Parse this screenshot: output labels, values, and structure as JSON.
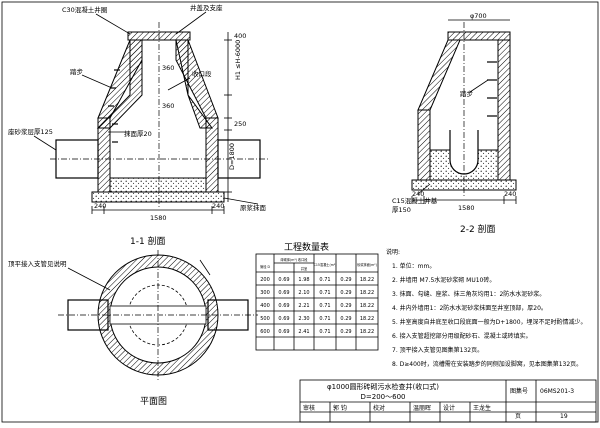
{
  "section_1": {
    "title": "1-1 剖面",
    "cover_label": "C30混凝土井圈",
    "manhole_cover_label": "井盖及支座",
    "ladder_label": "踏步",
    "pipe_label": "收口段",
    "mortar_label": "抹面厚20",
    "pipe_base_label": "座砂浆层厚125",
    "base_label": "原浆抹面",
    "dim_top": "400",
    "dim_250": "250",
    "dim_360a": "360",
    "dim_360b": "360",
    "dim_h": "H1 ≤H-6000",
    "dim_d": "D=1800",
    "dim_240a": "240",
    "dim_240b": "240",
    "dim_1580": "1580"
  },
  "section_2": {
    "title": "2-2 剖面",
    "dim_700": "φ700",
    "dim_240": "240",
    "dim_240b": "240",
    "dim_1580": "1580",
    "ladder_label": "踏步",
    "base_label": "C15混凝土井基",
    "base_thick": "厚150"
  },
  "plan": {
    "title": "平面图",
    "note_label": "顶平接入支管见说明"
  },
  "quantity_table": {
    "title": "工程数量表",
    "headers": [
      "管径 D",
      "砖砌体(m³) 收口段",
      "井室",
      "C15混凝土(m³)",
      "砂浆抹面(m²)"
    ],
    "rows": [
      [
        "200",
        "0.69",
        "1.98",
        "0.71",
        "0.29",
        "18.22"
      ],
      [
        "300",
        "0.69",
        "2.10",
        "0.71",
        "0.29",
        "18.22"
      ],
      [
        "400",
        "0.69",
        "2.21",
        "0.71",
        "0.29",
        "18.22"
      ],
      [
        "500",
        "0.69",
        "2.30",
        "0.71",
        "0.29",
        "18.22"
      ],
      [
        "600",
        "0.69",
        "2.41",
        "0.71",
        "0.29",
        "18.22"
      ]
    ]
  },
  "notes": {
    "title": "说明:",
    "items": [
      "1. 单位：mm。",
      "2. 井墙用 M7.5水泥砂浆砌 MU10砖。",
      "3. 抹面、勾缝、座浆、抹三角灰均用1：2防水水泥砂浆。",
      "4. 井内外墙用1：2防水水泥砂浆抹面至井室顶部，厚20。",
      "5. 井室高度自井底至收口段底面一般为D+1800，埋深不足时酌情减少。",
      "6. 接入支管超挖部分用级配砂石、混凝土或砖填实。",
      "7. 顶平接入支管见图集第132页。",
      "8. D≥400时，流槽需在安装踏步的同侧加设脚窝，见本图集第132页。"
    ]
  },
  "title_block": {
    "title_line1": "φ1000圆形砖砌污水检查井(收口式)",
    "title_line2": "D=200～600",
    "atlas_label": "图集号",
    "atlas_no": "06MS201-3",
    "page_label": "页",
    "page_no": "19",
    "review_label": "审核",
    "review_name": "郭 钧",
    "check_label": "校对",
    "check_name": "温丽晖",
    "design_label": "设计",
    "design_name": "王龙生"
  }
}
